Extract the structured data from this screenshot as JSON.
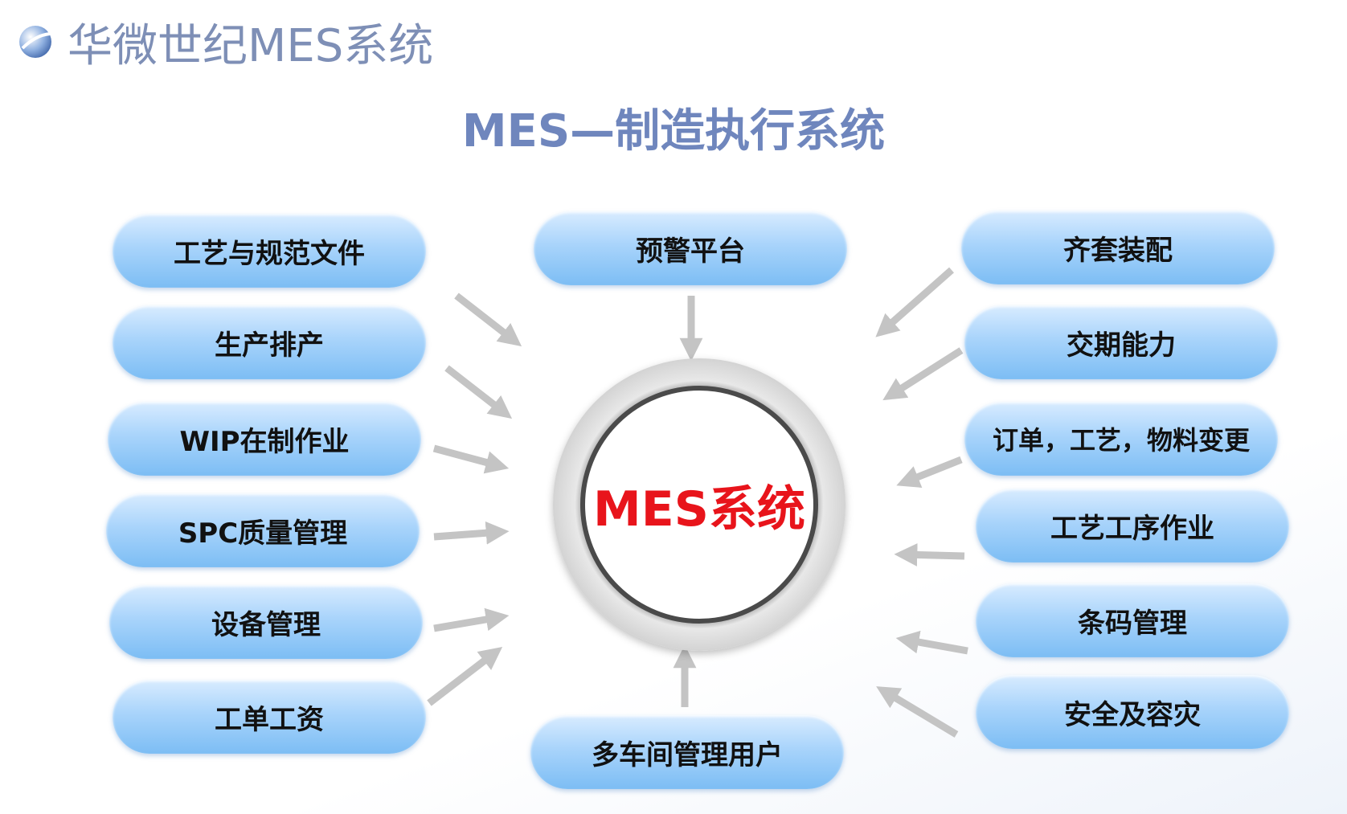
{
  "header": {
    "brand": "华微世纪MES系统",
    "logo_icon": "sphere-logo-icon"
  },
  "title": "MES—制造执行系统",
  "center": {
    "label": "MES系统"
  },
  "top_item": "预警平台",
  "bottom_item": "多车间管理用户",
  "left_items": [
    "工艺与规范文件",
    "生产排产",
    "WIP在制作业",
    "SPC质量管理",
    "设备管理",
    "工单工资"
  ],
  "right_items": [
    "齐套装配",
    "交期能力",
    "订单，工艺，物料变更",
    "工艺工序作业",
    "条码管理",
    "安全及容灾"
  ],
  "colors": {
    "brand": "#7e8fb6",
    "title": "#6f86bd",
    "center_text": "#e8141b",
    "pill": "#a9d4fb",
    "arrow": "#c4c4c4"
  }
}
